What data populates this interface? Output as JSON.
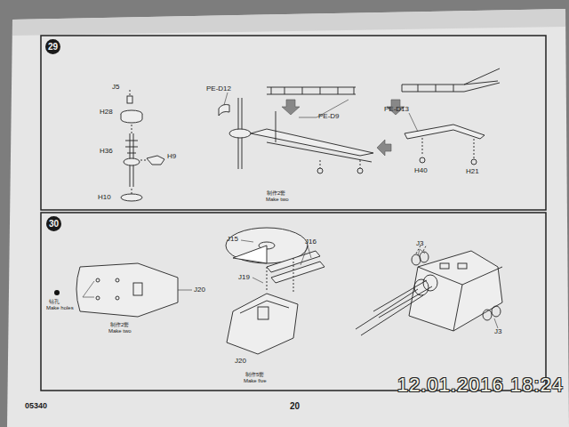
{
  "diagram": {
    "nodes": [
      {
        "text": [
          "29"
        ]
      },
      {
        "text": [
          "30"
        ]
      }
    ],
    "labels": [
      "J5",
      "H28",
      "H36",
      "H9",
      "H10",
      "PE-D12",
      "PE-D9",
      "制作2套",
      "Make two",
      "PE-D13",
      "H40",
      "H21",
      "钻孔",
      "Make holes",
      "J20",
      "制作2套",
      "Make two",
      "J15",
      "J16",
      "J19",
      "J20",
      "制作5套",
      "Make five",
      "J3",
      "J3",
      "05340",
      "20",
      "12.01.2016 18:24"
    ]
  }
}
